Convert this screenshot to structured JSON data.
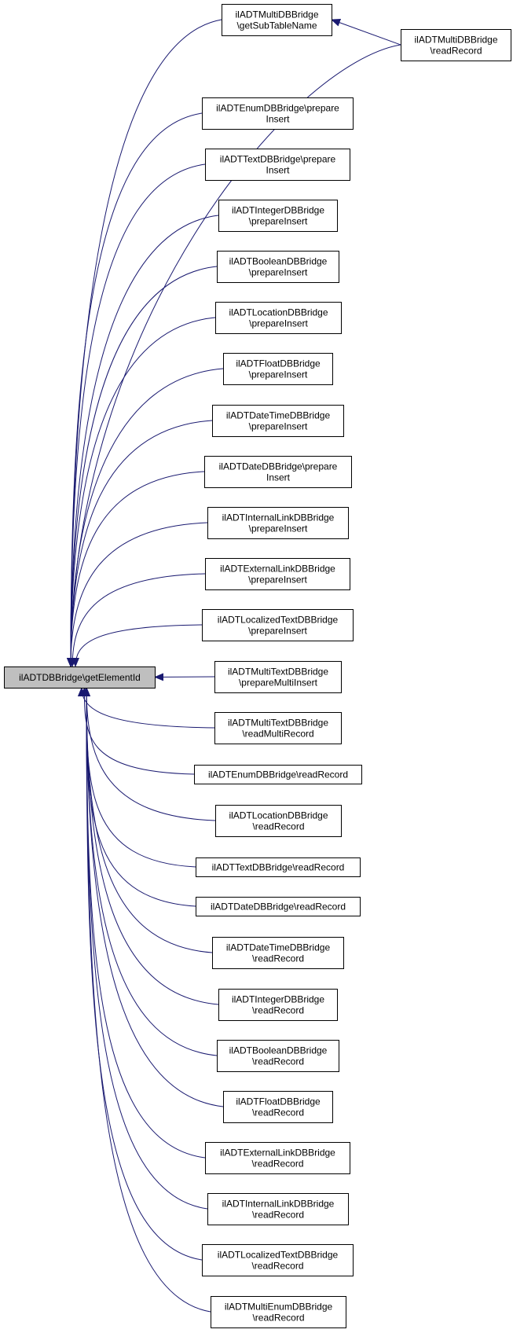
{
  "colors": {
    "edge": "#191970",
    "node_border": "#000000",
    "node_fill": "#ffffff",
    "root_fill": "#bfbfbf",
    "text": "#000000"
  },
  "root": {
    "id": "root",
    "lines": [
      "ilADTDBBridge\\getElementId"
    ]
  },
  "nodes": [
    {
      "id": "multi-get-sub-table-name",
      "lines": [
        "ilADTMultiDBBridge",
        "\\getSubTableName"
      ]
    },
    {
      "id": "multi-read-record",
      "lines": [
        "ilADTMultiDBBridge",
        "\\readRecord"
      ]
    },
    {
      "id": "enum-prepare-insert",
      "lines": [
        "ilADTEnumDBBridge\\prepare",
        "Insert"
      ]
    },
    {
      "id": "text-prepare-insert",
      "lines": [
        "ilADTTextDBBridge\\prepare",
        "Insert"
      ]
    },
    {
      "id": "integer-prepare-insert",
      "lines": [
        "ilADTIntegerDBBridge",
        "\\prepareInsert"
      ]
    },
    {
      "id": "boolean-prepare-insert",
      "lines": [
        "ilADTBooleanDBBridge",
        "\\prepareInsert"
      ]
    },
    {
      "id": "location-prepare-insert",
      "lines": [
        "ilADTLocationDBBridge",
        "\\prepareInsert"
      ]
    },
    {
      "id": "float-prepare-insert",
      "lines": [
        "ilADTFloatDBBridge",
        "\\prepareInsert"
      ]
    },
    {
      "id": "datetime-prepare-insert",
      "lines": [
        "ilADTDateTimeDBBridge",
        "\\prepareInsert"
      ]
    },
    {
      "id": "date-prepare-insert",
      "lines": [
        "ilADTDateDBBridge\\prepare",
        "Insert"
      ]
    },
    {
      "id": "internallink-prepare-insert",
      "lines": [
        "ilADTInternalLinkDBBridge",
        "\\prepareInsert"
      ]
    },
    {
      "id": "externallink-prepare-insert",
      "lines": [
        "ilADTExternalLinkDBBridge",
        "\\prepareInsert"
      ]
    },
    {
      "id": "localizedtext-prepare-insert",
      "lines": [
        "ilADTLocalizedTextDBBridge",
        "\\prepareInsert"
      ]
    },
    {
      "id": "multitext-prepare-multi-insert",
      "lines": [
        "ilADTMultiTextDBBridge",
        "\\prepareMultiInsert"
      ]
    },
    {
      "id": "multitext-read-multi-record",
      "lines": [
        "ilADTMultiTextDBBridge",
        "\\readMultiRecord"
      ]
    },
    {
      "id": "enum-read-record",
      "lines": [
        "ilADTEnumDBBridge\\readRecord"
      ]
    },
    {
      "id": "location-read-record",
      "lines": [
        "ilADTLocationDBBridge",
        "\\readRecord"
      ]
    },
    {
      "id": "text-read-record",
      "lines": [
        "ilADTTextDBBridge\\readRecord"
      ]
    },
    {
      "id": "date-read-record",
      "lines": [
        "ilADTDateDBBridge\\readRecord"
      ]
    },
    {
      "id": "datetime-read-record",
      "lines": [
        "ilADTDateTimeDBBridge",
        "\\readRecord"
      ]
    },
    {
      "id": "integer-read-record",
      "lines": [
        "ilADTIntegerDBBridge",
        "\\readRecord"
      ]
    },
    {
      "id": "boolean-read-record",
      "lines": [
        "ilADTBooleanDBBridge",
        "\\readRecord"
      ]
    },
    {
      "id": "float-read-record",
      "lines": [
        "ilADTFloatDBBridge",
        "\\readRecord"
      ]
    },
    {
      "id": "externallink-read-record",
      "lines": [
        "ilADTExternalLinkDBBridge",
        "\\readRecord"
      ]
    },
    {
      "id": "internallink-read-record",
      "lines": [
        "ilADTInternalLinkDBBridge",
        "\\readRecord"
      ]
    },
    {
      "id": "localizedtext-read-record",
      "lines": [
        "ilADTLocalizedTextDBBridge",
        "\\readRecord"
      ]
    },
    {
      "id": "multienum-read-record",
      "lines": [
        "ilADTMultiEnumDBBridge",
        "\\readRecord"
      ]
    }
  ],
  "edges": [
    {
      "from": "multi-get-sub-table-name",
      "to": "root"
    },
    {
      "from": "multi-read-record",
      "to": "multi-get-sub-table-name"
    },
    {
      "from": "multi-read-record",
      "to": "root"
    },
    {
      "from": "enum-prepare-insert",
      "to": "root"
    },
    {
      "from": "text-prepare-insert",
      "to": "root"
    },
    {
      "from": "integer-prepare-insert",
      "to": "root"
    },
    {
      "from": "boolean-prepare-insert",
      "to": "root"
    },
    {
      "from": "location-prepare-insert",
      "to": "root"
    },
    {
      "from": "float-prepare-insert",
      "to": "root"
    },
    {
      "from": "datetime-prepare-insert",
      "to": "root"
    },
    {
      "from": "date-prepare-insert",
      "to": "root"
    },
    {
      "from": "internallink-prepare-insert",
      "to": "root"
    },
    {
      "from": "externallink-prepare-insert",
      "to": "root"
    },
    {
      "from": "localizedtext-prepare-insert",
      "to": "root"
    },
    {
      "from": "multitext-prepare-multi-insert",
      "to": "root"
    },
    {
      "from": "multitext-read-multi-record",
      "to": "root"
    },
    {
      "from": "enum-read-record",
      "to": "root"
    },
    {
      "from": "location-read-record",
      "to": "root"
    },
    {
      "from": "text-read-record",
      "to": "root"
    },
    {
      "from": "date-read-record",
      "to": "root"
    },
    {
      "from": "datetime-read-record",
      "to": "root"
    },
    {
      "from": "integer-read-record",
      "to": "root"
    },
    {
      "from": "boolean-read-record",
      "to": "root"
    },
    {
      "from": "float-read-record",
      "to": "root"
    },
    {
      "from": "externallink-read-record",
      "to": "root"
    },
    {
      "from": "internallink-read-record",
      "to": "root"
    },
    {
      "from": "localizedtext-read-record",
      "to": "root"
    },
    {
      "from": "multienum-read-record",
      "to": "root"
    }
  ]
}
